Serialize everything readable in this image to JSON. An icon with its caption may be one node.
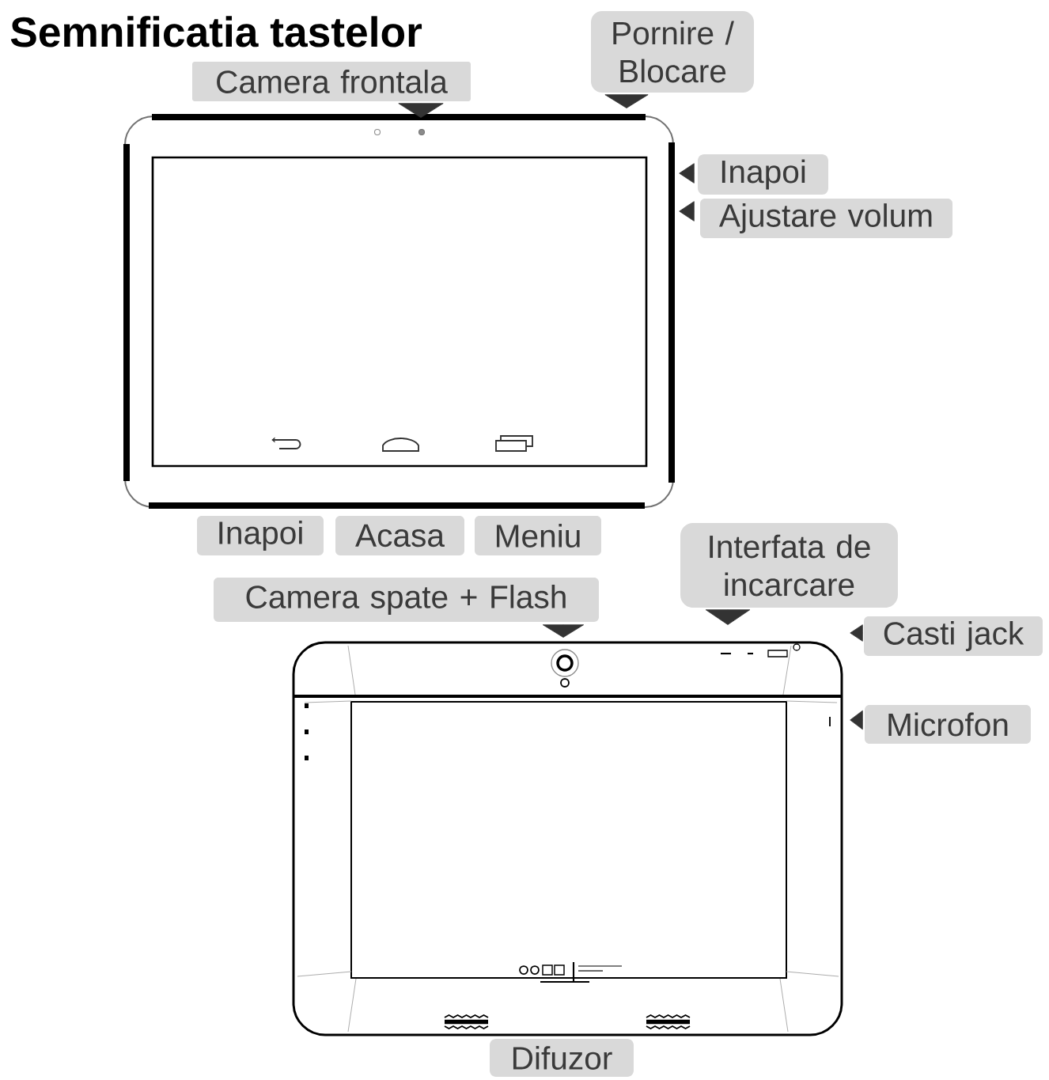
{
  "diagram": {
    "title": "Semnificatia tastelor",
    "nodes": [
      {
        "text": [
          "Camera frontala"
        ]
      },
      {
        "text": [
          "Pornire / Blocare"
        ]
      },
      {
        "text": [
          "Inapoi"
        ]
      },
      {
        "text": [
          "Ajustare volum"
        ]
      },
      {
        "text": [
          "Inapoi"
        ]
      },
      {
        "text": [
          "Acasa"
        ]
      },
      {
        "text": [
          "Meniu"
        ]
      },
      {
        "text": [
          "Interfata de incarcare"
        ]
      },
      {
        "text": [
          "Camera spate + Flash"
        ]
      },
      {
        "text": [
          "Casti jack"
        ]
      },
      {
        "text": [
          "Microfon"
        ]
      },
      {
        "text": [
          "Difuzor"
        ]
      }
    ],
    "edges": [
      {
        "from": 0,
        "to": null,
        "arrow": "to"
      },
      {
        "from": 1,
        "to": null,
        "arrow": "to"
      },
      {
        "from": 2,
        "to": null,
        "arrow": "to"
      },
      {
        "from": 3,
        "to": null,
        "arrow": "to"
      },
      {
        "from": 7,
        "to": null,
        "arrow": "to"
      },
      {
        "from": 8,
        "to": null,
        "arrow": "to"
      },
      {
        "from": 9,
        "to": null,
        "arrow": "to"
      },
      {
        "from": 10,
        "to": null,
        "arrow": "to"
      }
    ]
  }
}
